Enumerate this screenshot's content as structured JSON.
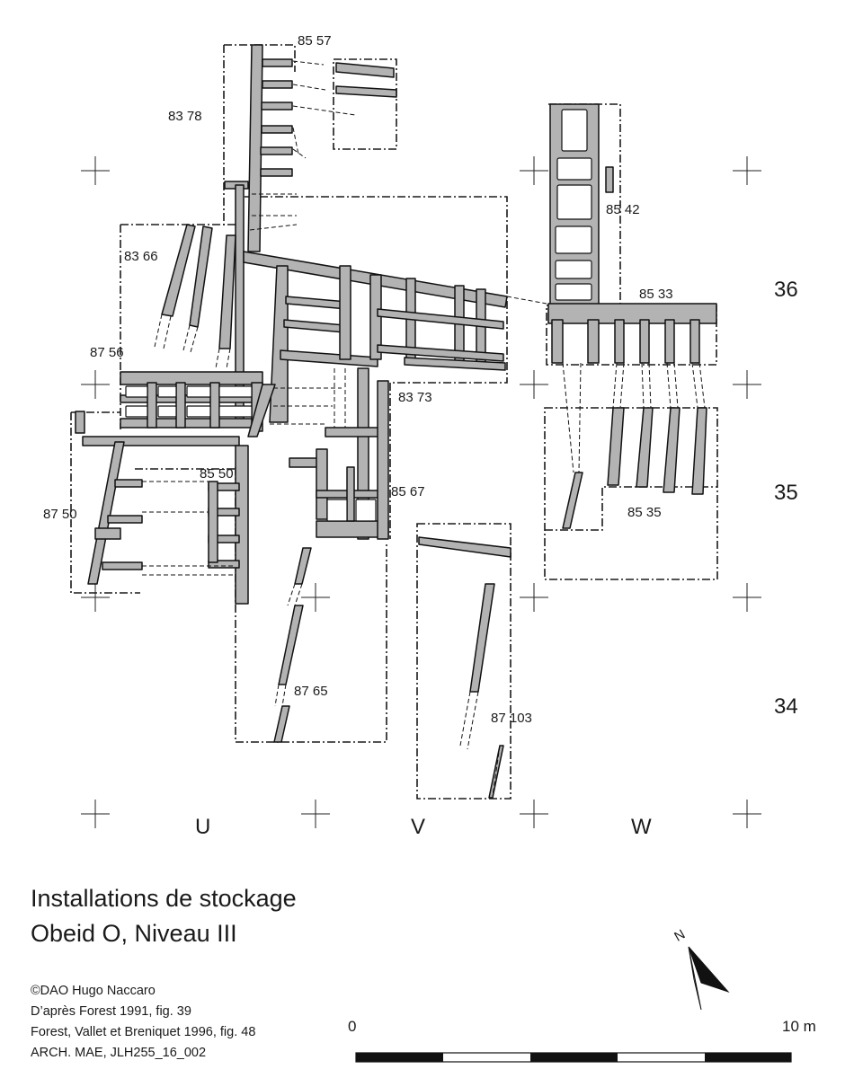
{
  "title": {
    "line1": "Installations de stockage",
    "line2": "Obeid O, Niveau III"
  },
  "credits": [
    "©DAO Hugo Naccaro",
    "D’après Forest 1991, fig. 39",
    "Forest, Vallet et Breniquet 1996, fig. 48",
    "ARCH. MAE, JLH255_16_002"
  ],
  "grid": {
    "columns": [
      "U",
      "V",
      "W"
    ],
    "rows": [
      "36",
      "35",
      "34"
    ]
  },
  "trench_labels": {
    "t8557": "85 57",
    "t8378": "83 78",
    "t8542": "85 42",
    "t8366": "83 66",
    "t8533": "85 33",
    "t8756": "87 56",
    "t8373": "83 73",
    "t8550": "85 50",
    "t8567": "85 67",
    "t8750": "87 50",
    "t8535": "85 35",
    "t8765": "87 65",
    "t87103": "87 103"
  },
  "north_arrow": {
    "label": "N"
  },
  "scale_bar": {
    "start_label": "0",
    "end_label": "10 m",
    "segments": 5
  }
}
